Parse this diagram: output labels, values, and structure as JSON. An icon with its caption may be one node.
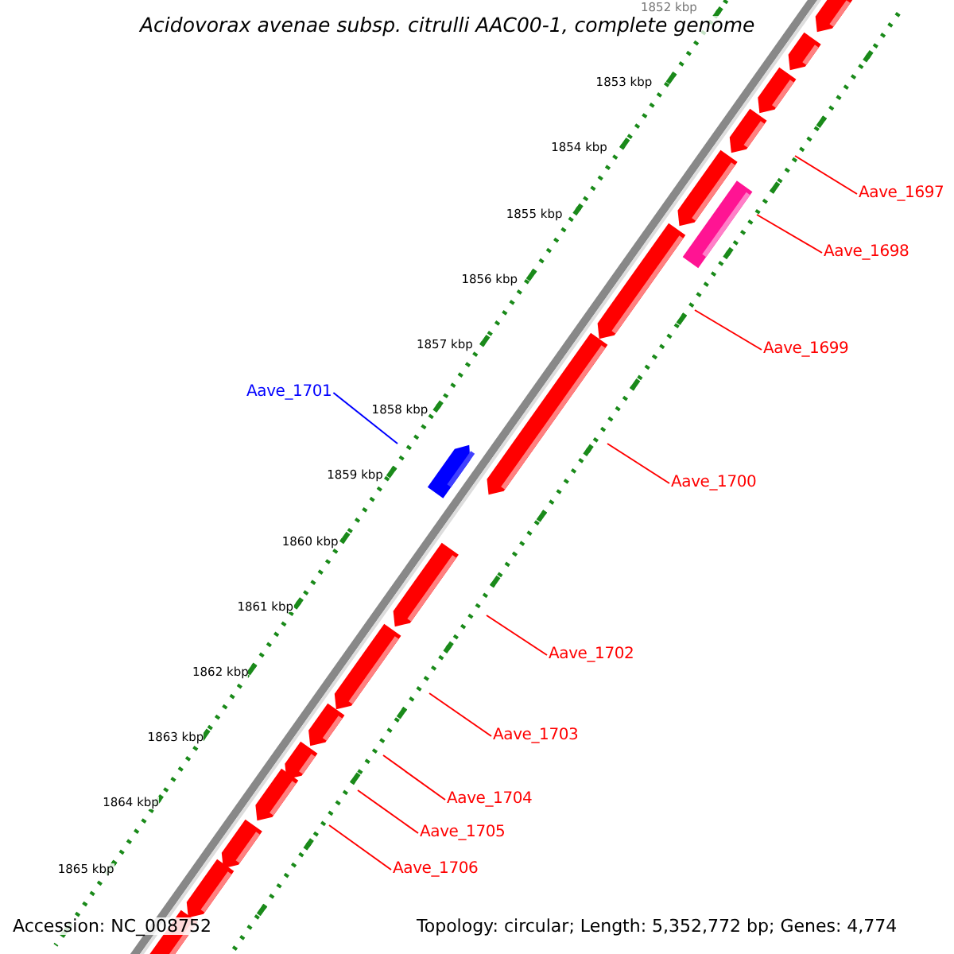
{
  "diagram": {
    "title": "Acidovorax avenae subsp. citrulli AAC00-1, complete genome",
    "nodes": [
      {
        "text": [
          "Aave_1697"
        ]
      },
      {
        "text": [
          "Aave_1698"
        ]
      },
      {
        "text": [
          "Aave_1699"
        ]
      },
      {
        "text": [
          "Aave_1700"
        ]
      },
      {
        "text": [
          "Aave_1701"
        ]
      },
      {
        "text": [
          "Aave_1702"
        ]
      },
      {
        "text": [
          "Aave_1703"
        ]
      },
      {
        "text": [
          "Aave_1704"
        ]
      },
      {
        "text": [
          "Aave_1705"
        ]
      },
      {
        "text": [
          "Aave_1706"
        ]
      }
    ],
    "edges": [
      {
        "from": 0,
        "to": null,
        "arrow": "none"
      },
      {
        "from": 1,
        "to": null,
        "arrow": "none"
      },
      {
        "from": 2,
        "to": null,
        "arrow": "none"
      },
      {
        "from": 3,
        "to": null,
        "arrow": "none"
      },
      {
        "from": 4,
        "to": null,
        "arrow": "none",
        "color": "#0000ff"
      },
      {
        "from": 5,
        "to": null,
        "arrow": "none"
      },
      {
        "from": 6,
        "to": null,
        "arrow": "none"
      },
      {
        "from": 7,
        "to": null,
        "arrow": "none"
      },
      {
        "from": 8,
        "to": null,
        "arrow": "none"
      },
      {
        "from": 9,
        "to": null,
        "arrow": "none"
      }
    ],
    "labels": [
      "1852 kbp",
      "1853 kbp",
      "1854 kbp",
      "1855 kbp",
      "1856 kbp",
      "1857 kbp",
      "1858 kbp",
      "1859 kbp",
      "1860 kbp",
      "1861 kbp",
      "1862 kbp",
      "1863 kbp",
      "1864 kbp",
      "1865 kbp",
      "Accession: NC_008752",
      "Topology: circular; Length: 5,352,772 bp; Genes: 4,774"
    ]
  }
}
